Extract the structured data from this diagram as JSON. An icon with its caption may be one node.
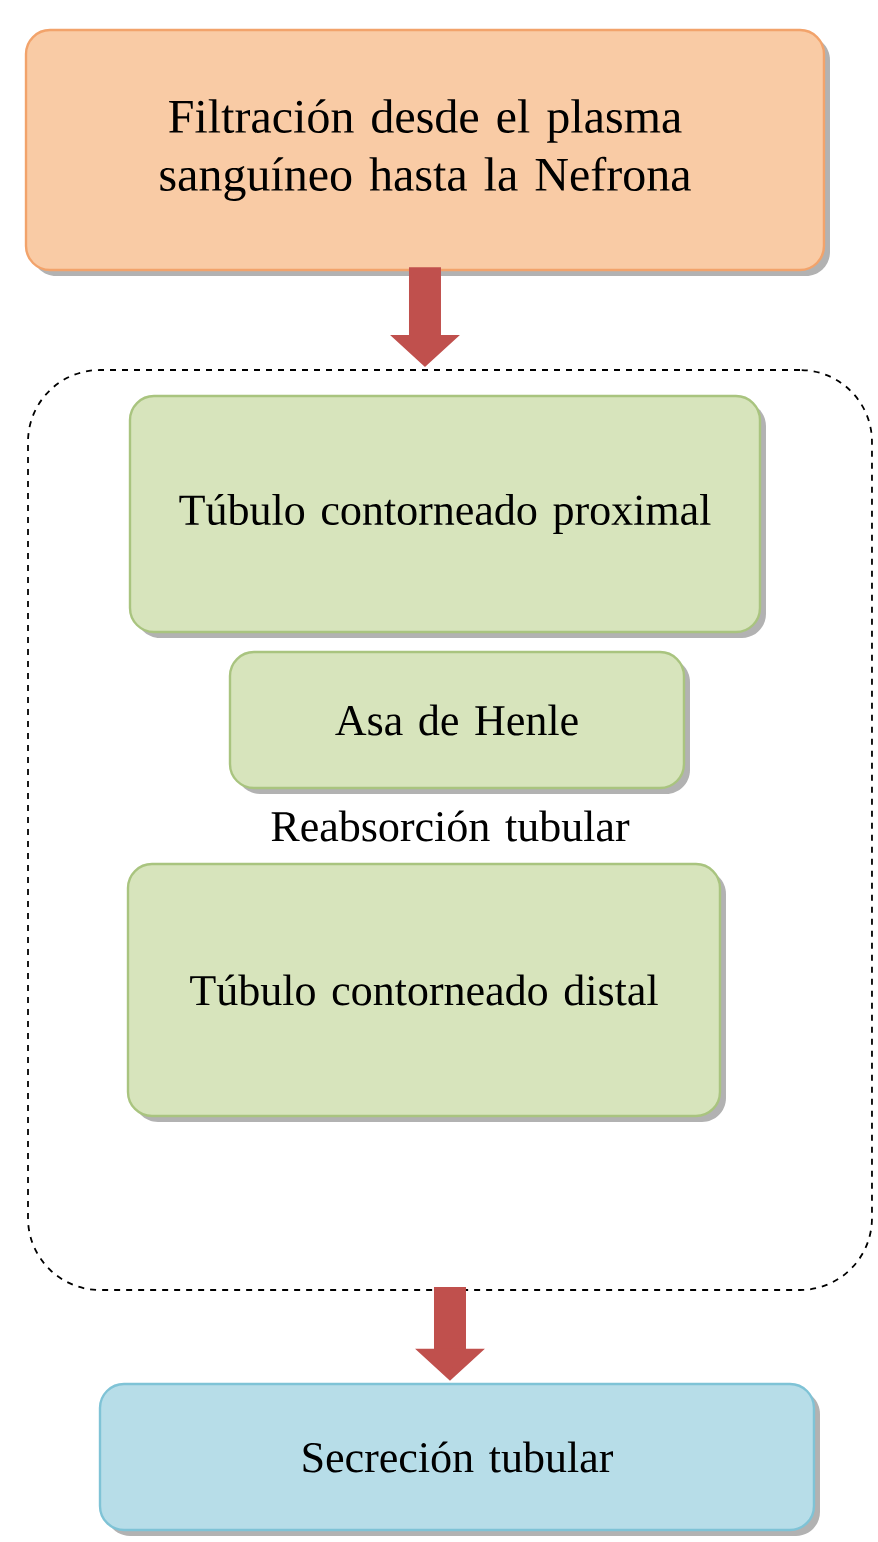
{
  "diagram": {
    "nodes": [
      {
        "text": [
          "Filtración desde el plasma sanguíneo hasta la Nefrona"
        ]
      },
      {
        "text": [
          "Reabsorción tubular"
        ]
      },
      {
        "text": [
          "Túbulo contorneado proximal"
        ],
        "in": 1
      },
      {
        "text": [
          "Asa de Henle"
        ],
        "in": 1
      },
      {
        "text": [
          "Túbulo contorneado distal"
        ],
        "in": 1
      },
      {
        "text": [
          "Secreción tubular"
        ]
      }
    ],
    "edges": [
      {
        "from": 0,
        "to": 1,
        "arrow": "to"
      },
      {
        "from": 1,
        "to": 5,
        "arrow": "to"
      }
    ]
  }
}
